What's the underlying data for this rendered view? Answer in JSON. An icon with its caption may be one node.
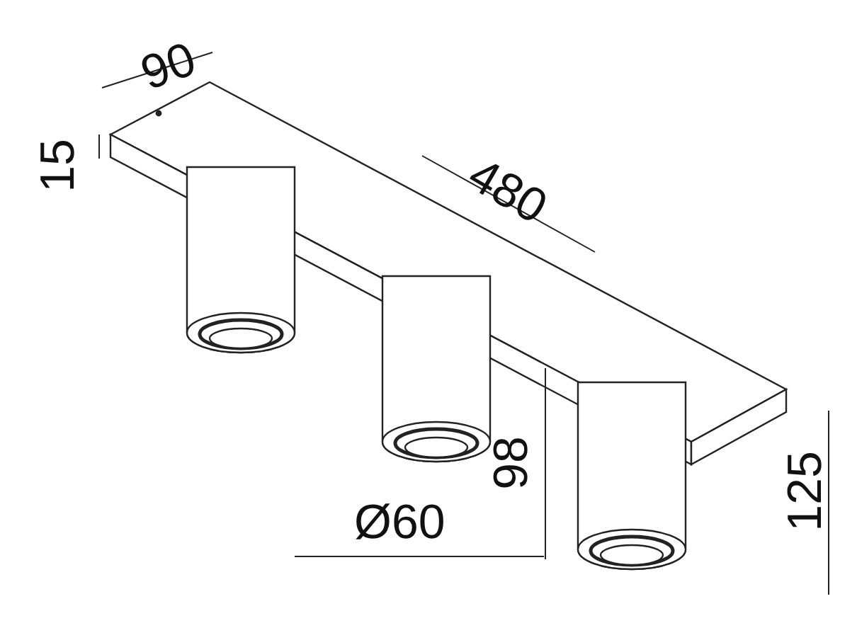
{
  "diagram": {
    "labels": [
      "90",
      "15",
      "480",
      "98",
      "Ø60",
      "125"
    ]
  }
}
